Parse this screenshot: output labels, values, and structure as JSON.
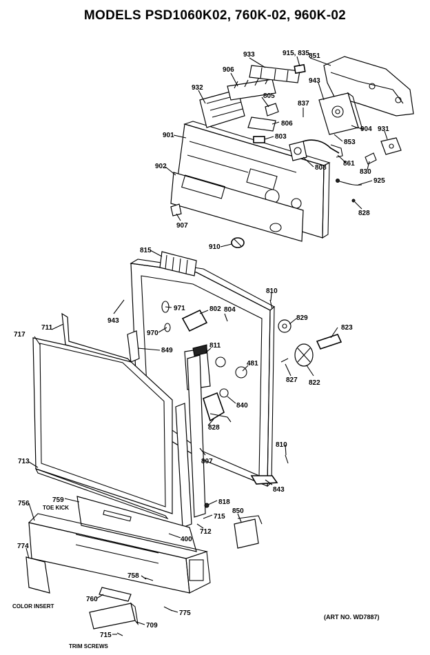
{
  "header": {
    "title": "MODELS PSD1060K02, 760K-02, 960K-02"
  },
  "footer": {
    "art_number": "(ART NO. WD7887)"
  },
  "labels": {
    "toe_kick": "TOE KICK",
    "color_insert": "COLOR INSERT",
    "trim_screws": "TRIM SCREWS"
  },
  "parts": [
    "933",
    "915, 835",
    "851",
    "906",
    "943",
    "932",
    "805",
    "837",
    "806",
    "904",
    "901",
    "803",
    "853",
    "931",
    "902",
    "808",
    "861",
    "830",
    "925",
    "828",
    "907",
    "910",
    "815",
    "810",
    "943",
    "971",
    "802",
    "804",
    "829",
    "823",
    "970",
    "717",
    "711",
    "849",
    "811",
    "481",
    "827",
    "822",
    "840",
    "828",
    "810",
    "807",
    "713",
    "843",
    "759",
    "756",
    "818",
    "715",
    "850",
    "712",
    "400",
    "774",
    "758",
    "760",
    "775",
    "715",
    "709"
  ]
}
